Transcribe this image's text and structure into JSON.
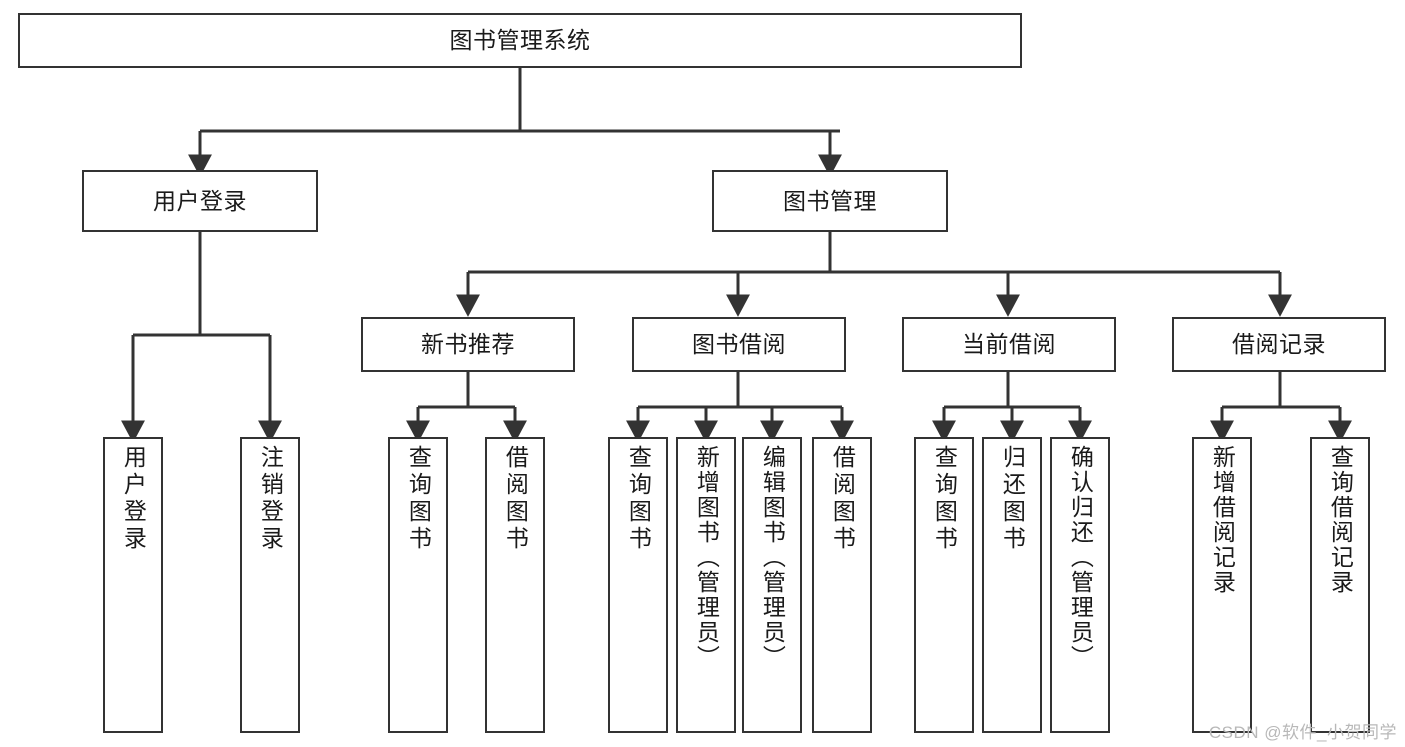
{
  "diagram": {
    "title": "图书管理系统",
    "type": "tree-hierarchy",
    "background_color": "#ffffff",
    "line_color": "#333333",
    "box_fill": "#ffffff",
    "text_color": "#1a1a1a"
  },
  "nodes": {
    "root": {
      "label": "图书管理系统"
    },
    "branches": [
      {
        "id": "user-login",
        "label": "用户登录"
      },
      {
        "id": "book-management",
        "label": "图书管理"
      }
    ],
    "subbranches": [
      {
        "id": "new-book-recommend",
        "label": "新书推荐"
      },
      {
        "id": "book-borrow",
        "label": "图书借阅"
      },
      {
        "id": "current-borrow",
        "label": "当前借阅"
      },
      {
        "id": "borrow-record",
        "label": "借阅记录"
      }
    ],
    "leaves": [
      {
        "id": "leaf-user-login",
        "label": "用户登录"
      },
      {
        "id": "leaf-logout",
        "label": "注销登录"
      },
      {
        "id": "leaf-query-book-1",
        "label": "查询图书"
      },
      {
        "id": "leaf-borrow-book-1",
        "label": "借阅图书"
      },
      {
        "id": "leaf-query-book-2",
        "label": "查询图书"
      },
      {
        "id": "leaf-add-book",
        "label": "新增图书（管理员）"
      },
      {
        "id": "leaf-edit-book",
        "label": "编辑图书（管理员）"
      },
      {
        "id": "leaf-borrow-book-2",
        "label": "借阅图书"
      },
      {
        "id": "leaf-query-book-3",
        "label": "查询图书"
      },
      {
        "id": "leaf-return-book",
        "label": "归还图书"
      },
      {
        "id": "leaf-confirm-return",
        "label": "确认归还（管理员）"
      },
      {
        "id": "leaf-add-record",
        "label": "新增借阅记录"
      },
      {
        "id": "leaf-query-record",
        "label": "查询借阅记录"
      }
    ]
  },
  "watermark": {
    "text": "CSDN @软件_小贺同学"
  }
}
